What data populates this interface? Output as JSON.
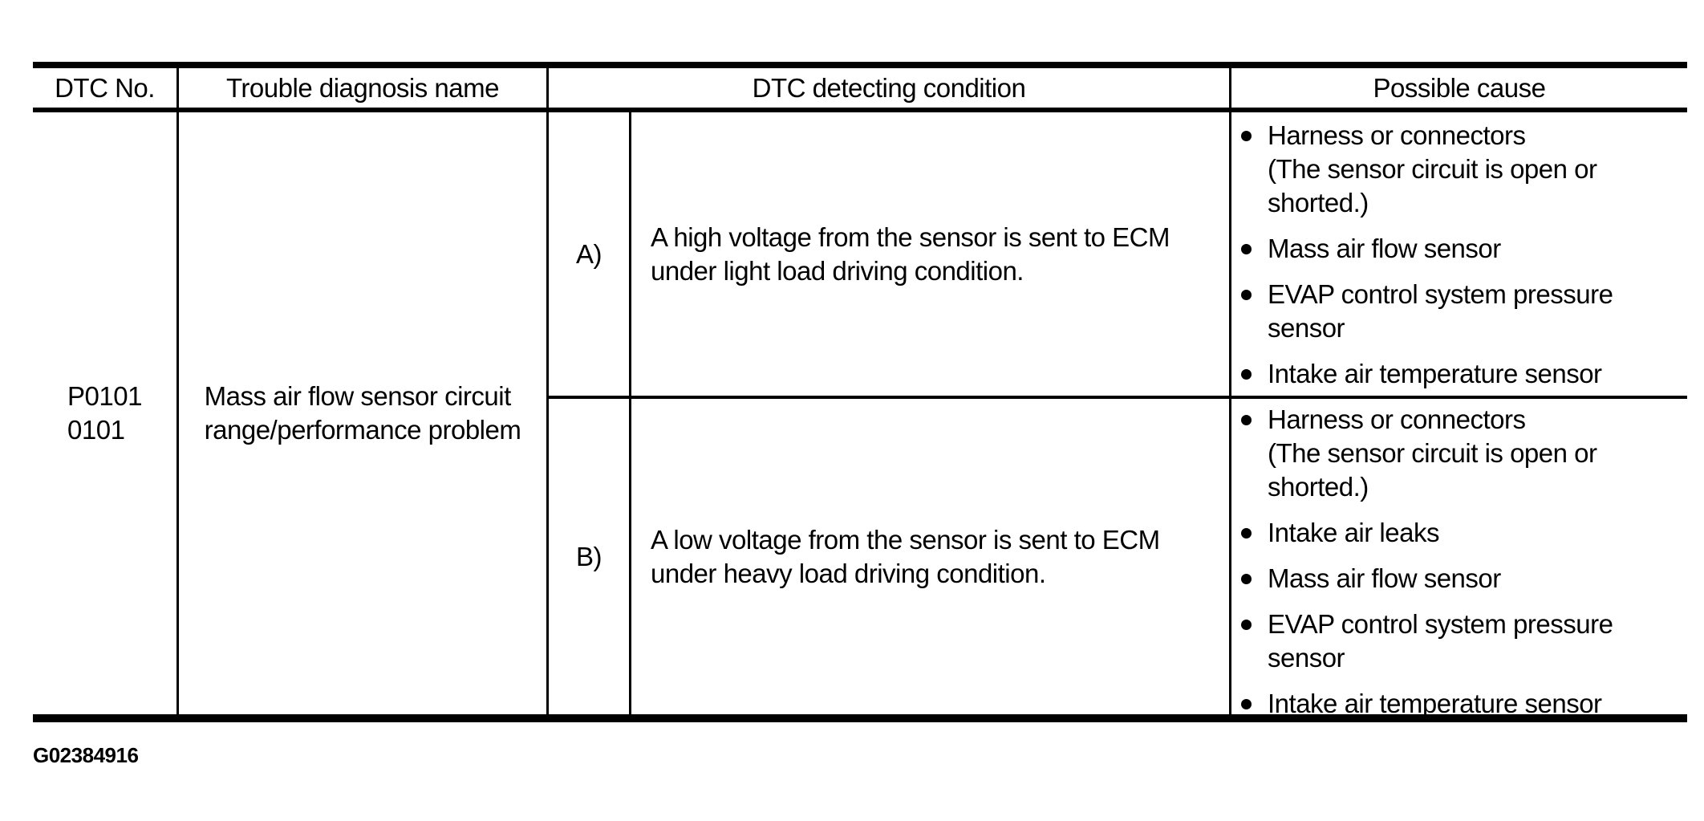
{
  "page": {
    "figure_code": "G02384916",
    "colors": {
      "line": "#000000",
      "background": "#ffffff",
      "text": "#000000"
    }
  },
  "icons": {
    "bullet": "filled-circle"
  },
  "table": {
    "headers": {
      "dtc_no": "DTC No.",
      "trouble": "Trouble diagnosis name",
      "condition": "DTC detecting condition",
      "cause": "Possible cause"
    },
    "dtc_no": "P0101\n0101",
    "trouble_name": "Mass air flow sensor circuit\nrange/performance problem",
    "subrows": [
      {
        "label": "A)",
        "condition": "A high voltage from the sensor is sent to ECM\nunder light load driving condition.",
        "causes": [
          "Harness or connectors\n(The sensor circuit is open or\nshorted.)",
          "Mass air flow sensor",
          "EVAP control system pressure\nsensor",
          "Intake air temperature sensor"
        ]
      },
      {
        "label": "B)",
        "condition": "A low voltage from the sensor is sent to ECM\nunder heavy load driving condition.",
        "causes": [
          "Harness or connectors\n(The sensor circuit is open or\nshorted.)",
          "Intake air leaks",
          "Mass air flow sensor",
          "EVAP control system pressure\nsensor",
          "Intake air temperature sensor"
        ]
      }
    ]
  }
}
